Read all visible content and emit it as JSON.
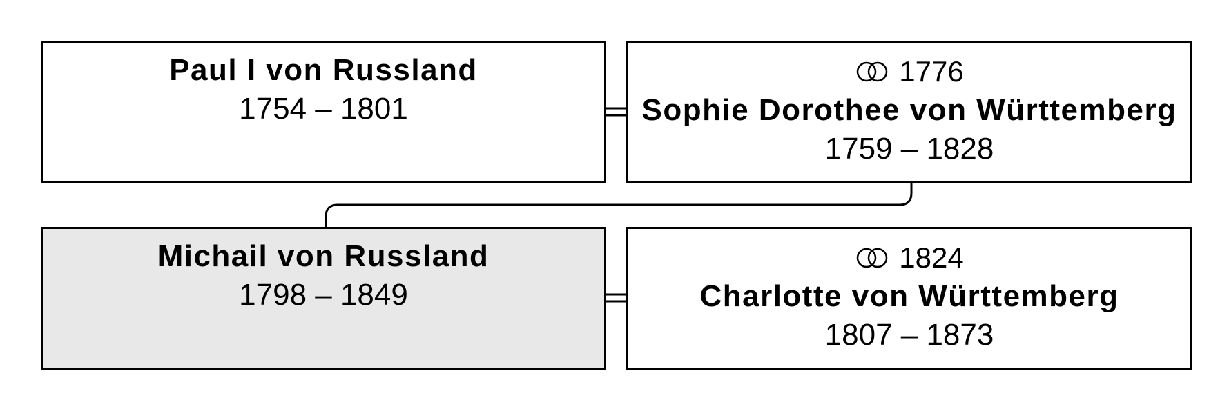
{
  "father": {
    "name": "Paul I von Russland",
    "dates": "1754 – 1801"
  },
  "mother": {
    "marriage_year": "1776",
    "name": "Sophie Dorothee von Württemberg",
    "dates": "1759 – 1828"
  },
  "subject": {
    "name": "Michail von Russland",
    "dates": "1798 – 1849",
    "highlight_color": "#e8e8e8"
  },
  "spouse": {
    "marriage_year": "1824",
    "name": "Charlotte von Württemberg",
    "dates": "1807 – 1873"
  },
  "icons": {
    "marriage": "wedding-rings-icon"
  }
}
